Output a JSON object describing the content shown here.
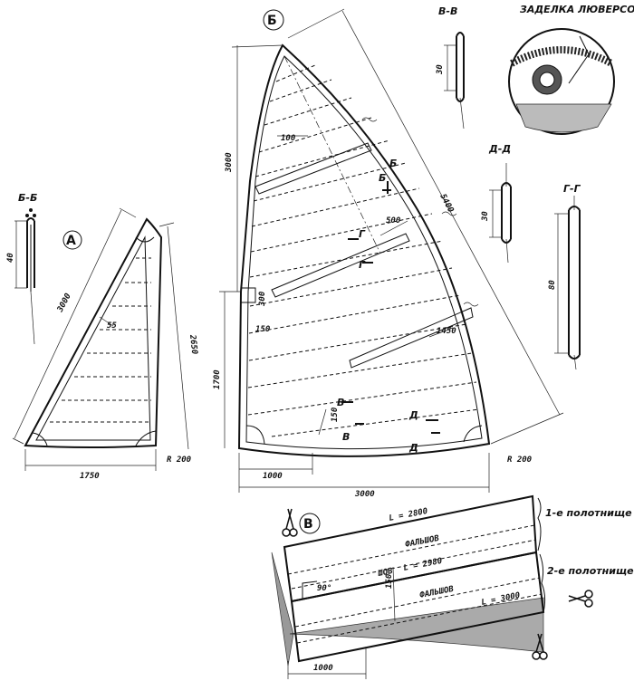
{
  "labels": {
    "sail_a": "А",
    "sail_b": "Б",
    "sail_v": "В",
    "sec_bb": "Б-Б",
    "sec_vv": "В-В",
    "sec_dd": "Д-Д",
    "sec_gg": "Г-Г",
    "grommet": "ЗАДЕЛКА ЛЮВЕРСОВ",
    "panel1": "1-е полотнище",
    "panel2": "2-е полотнище",
    "falshov1": "ФАЛЬШОВ",
    "falshov2": "ФАЛЬШОВ",
    "shov": "ШОВ",
    "l1": "L = 2800",
    "l2": "L = 2980",
    "l3": "L = 3000",
    "angle": "90°",
    "mark_b": "Б",
    "mark_b2": "Б",
    "mark_g": "Г",
    "mark_g2": "Г",
    "mark_v": "В",
    "mark_v2": "В",
    "mark_d": "Д",
    "mark_d2": "Д"
  },
  "dims": {
    "a_3000": "3000",
    "a_55": "55",
    "a_2650": "2650",
    "a_1750": "1750",
    "a_r200": "R 200",
    "a_40": "40",
    "b_3000": "3000",
    "b_100": "100",
    "b_5400": "5400",
    "b_500": "500",
    "b_300": "300",
    "b_150": "150",
    "b_1450": "1450",
    "b_1700": "1700",
    "b_150b": "150",
    "b_1000": "1000",
    "b_3000h": "3000",
    "b_r200": "R 200",
    "vv_30": "30",
    "dd_30": "30",
    "gg_80": "80",
    "v_150": "150",
    "v_1000": "1000"
  }
}
